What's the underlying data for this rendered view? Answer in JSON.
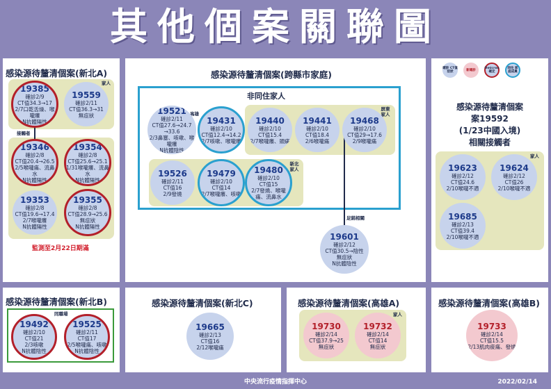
{
  "title": "其他個案關聯圖",
  "footer": {
    "center": "中央流行疫情指揮中心",
    "date": "2022/02/14"
  },
  "legend": [
    "確診 CT值 症狀",
    "新確診",
    "Omicron 確定",
    "同住 家庭成員"
  ],
  "newtaipei_a": {
    "header": "感染源待釐清個案(新北A)",
    "family_tag": "家人",
    "contact_tag": "接觸者",
    "monitor_note": "監測至2月22日期滿",
    "cases": [
      {
        "id": "19385",
        "lines": [
          "確診2/9",
          "CT值34.3→17",
          "2/7口乾舌燥、喉嚨癢",
          "N抗體陽性"
        ]
      },
      {
        "id": "19559",
        "lines": [
          "確診2/11",
          "CT值36.3→31",
          "無症狀"
        ]
      },
      {
        "id": "19346",
        "lines": [
          "確診2/8",
          "CT值20.4→26.5",
          "2/5喉嚨痛、流鼻水",
          "N抗體陽性"
        ]
      },
      {
        "id": "19354",
        "lines": [
          "確診2/8",
          "CT值25.6→25.1",
          "1/31喉嚨癢、流鼻水",
          "N抗體陽性"
        ]
      },
      {
        "id": "19353",
        "lines": [
          "確診2/8",
          "CT值19.6→17.4",
          "2/7喉嚨癢",
          "N抗體陽性"
        ]
      },
      {
        "id": "19355",
        "lines": [
          "確診2/8",
          "CT值28.9→25.6",
          "無症狀",
          "N抗體陽性"
        ]
      }
    ]
  },
  "cross_county": {
    "header": "感染源待釐清個案(跨縣市家庭)",
    "non_cohabiting": "非同住家人",
    "kaohsiung_tag": "高雄",
    "pingtung_tag": "屏東家人",
    "newtaipei_tag": "新北家人",
    "footbath_tag": "足銷相關",
    "cases": [
      {
        "id": "19521",
        "lines": [
          "確診2/11",
          "CT值27.6→24.7",
          "→33.6",
          "2/3鼻塞、咳嗽、喉嚨癢",
          "N抗體陰性"
        ]
      },
      {
        "id": "19431",
        "lines": [
          "確診2/10",
          "CT值12.4→14.2",
          "2/7咳嗽、喉嚨癢"
        ]
      },
      {
        "id": "19440",
        "lines": [
          "確診2/10",
          "CT值15.4",
          "2/7喉嚨癢、頭痛"
        ]
      },
      {
        "id": "19441",
        "lines": [
          "確診2/10",
          "CT值18.4",
          "2/6喉嚨痛"
        ]
      },
      {
        "id": "19468",
        "lines": [
          "確診2/10",
          "CT值29→17.6",
          "2/9喉嚨痛"
        ]
      },
      {
        "id": "19526",
        "lines": [
          "確診2/11",
          "CT值16",
          "2/9發燒"
        ]
      },
      {
        "id": "19479",
        "lines": [
          "確診2/10",
          "CT值14",
          "2/7喉嚨癢、咳嗽"
        ]
      },
      {
        "id": "19480",
        "lines": [
          "確診2/10",
          "CT值15",
          "2/7發燒、喉嚨痛、流鼻水"
        ]
      },
      {
        "id": "19601",
        "lines": [
          "確診2/12",
          "CT值30.5→陰性",
          "無症狀",
          "N抗體陰性"
        ]
      }
    ]
  },
  "case_19592": {
    "header_lines": [
      "感染源待釐清個案",
      "案19592",
      "(1/23中國入境)",
      "相關接觸者"
    ],
    "family_tag": "家人",
    "cases": [
      {
        "id": "19623",
        "lines": [
          "確診2/12",
          "CT值24.6",
          "2/10喉嚨不適"
        ]
      },
      {
        "id": "19624",
        "lines": [
          "確診2/12",
          "CT值26",
          "2/10喉嚨不適"
        ]
      },
      {
        "id": "19685",
        "lines": [
          "確診2/13",
          "CT值39.4",
          "2/10喉嚨不適"
        ]
      }
    ]
  },
  "newtaipei_b": {
    "header": "感染源待釐清個案(新北B)",
    "workplace_tag": "同職場",
    "cases": [
      {
        "id": "19492",
        "lines": [
          "確診2/10",
          "CT值21",
          "2/3咳嗽",
          "N抗體陰性"
        ]
      },
      {
        "id": "19525",
        "lines": [
          "確診2/11",
          "CT值17",
          "2/5喉嚨痛、咳嗽",
          "N抗體陰性"
        ]
      }
    ]
  },
  "newtaipei_c": {
    "header": "感染源待釐清個案(新北C)",
    "cases": [
      {
        "id": "19665",
        "lines": [
          "確診2/13",
          "CT值16",
          "2/12喉嚨痛"
        ]
      }
    ]
  },
  "kaohsiung_a": {
    "header": "感染源待釐清個案(高雄A)",
    "family_tag": "家人",
    "cases": [
      {
        "id": "19730",
        "lines": [
          "確診2/14",
          "CT值37.9→25",
          "無症狀"
        ]
      },
      {
        "id": "19732",
        "lines": [
          "確診2/14",
          "CT值14",
          "無症狀"
        ]
      }
    ]
  },
  "kaohsiung_b": {
    "header": "感染源待釐清個案(高雄B)",
    "cases": [
      {
        "id": "19733",
        "lines": [
          "確診2/14",
          "CT值15.5",
          "2/13肌肉痠痛、發燒"
        ]
      }
    ]
  }
}
